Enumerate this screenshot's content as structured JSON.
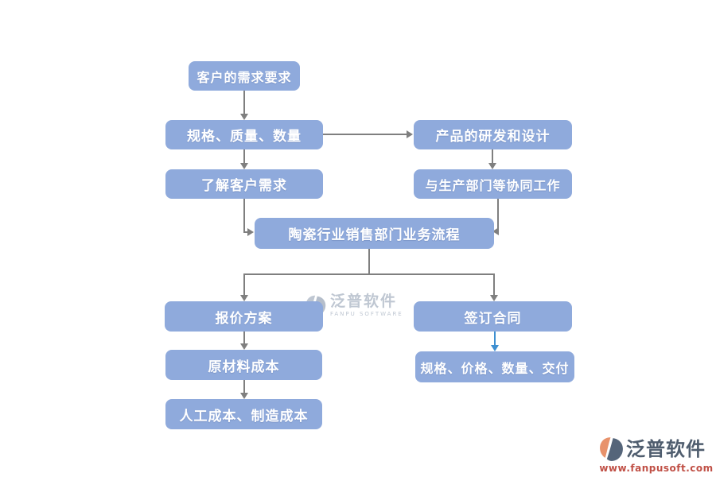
{
  "diagram": {
    "nodes": [
      {
        "id": "customer-requirements",
        "label": "客户的需求要求"
      },
      {
        "id": "spec-quality-quantity",
        "label": "规格、质量、数量"
      },
      {
        "id": "product-rd-design",
        "label": "产品的研发和设计"
      },
      {
        "id": "understand-customer-needs",
        "label": "了解客户需求"
      },
      {
        "id": "collaborate-with-production",
        "label": "与生产部门等协同工作"
      },
      {
        "id": "main-process",
        "label": "陶瓷行业销售部门业务流程"
      },
      {
        "id": "quotation-plan",
        "label": "报价方案"
      },
      {
        "id": "sign-contract",
        "label": "签订合同"
      },
      {
        "id": "raw-material-cost",
        "label": "原材料成本"
      },
      {
        "id": "labor-manufacturing-cost",
        "label": "人工成本、制造成本"
      },
      {
        "id": "spec-price-quantity-delivery",
        "label": "规格、价格、数量、交付"
      }
    ],
    "watermark": {
      "brand": "泛普软件",
      "subtitle": "FANPU SOFTWARE"
    },
    "footer": {
      "brand": "泛普软件",
      "url": "www.fanpusoft.com"
    },
    "colors": {
      "node_fill": "#8FAADC",
      "node_text": "#FFFFFF",
      "arrow": "#7F7F7F",
      "arrow_accent": "#3D8FD1",
      "watermark_gray": "#B9C2CE",
      "logo_orange": "#E8926B",
      "logo_slate": "#55657A",
      "brand_text": "#4F5D6E",
      "url_red": "#C05046"
    }
  }
}
